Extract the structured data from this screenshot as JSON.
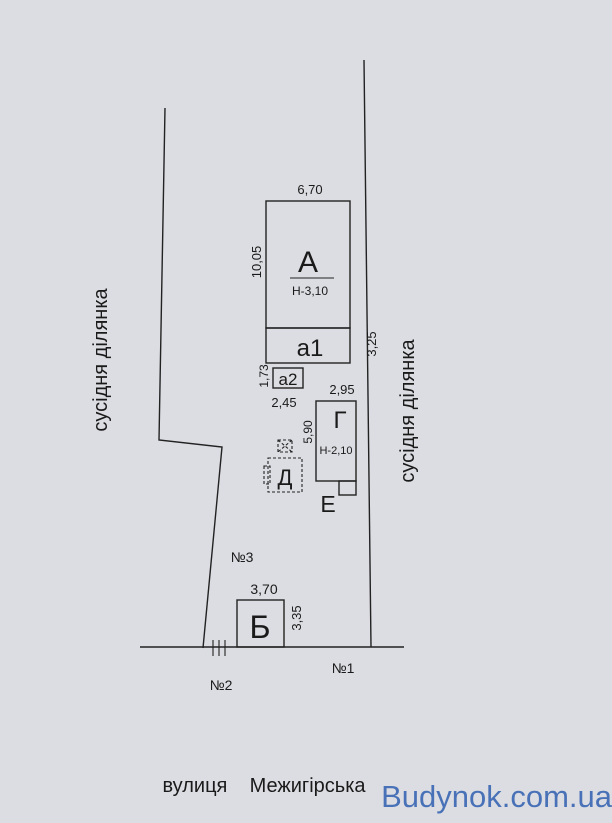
{
  "labels": {
    "left_neighbor": "сусідня  ділянка",
    "right_neighbor": "сусідня  ділянка",
    "street": "вулиця    Межигірська",
    "plot_no3": "№3",
    "plot_no2": "№2",
    "plot_no1": "№1"
  },
  "buildings": {
    "A": {
      "letter": "А",
      "height": "Н-3,10",
      "width_dim": "6,70",
      "length_dim": "10,05"
    },
    "a1": {
      "letter": "а1",
      "dim": "3,25"
    },
    "a2": {
      "letter": "а2",
      "dim_v": "1,73",
      "dim_h": "2,45"
    },
    "G": {
      "letter": "Г",
      "height": "Н-2,10",
      "width_dim": "2,95",
      "length_dim": "5,90"
    },
    "D": {
      "letter": "Д"
    },
    "E": {
      "letter": "Е"
    },
    "B": {
      "letter": "Б",
      "width_dim": "3,70",
      "length_dim": "3,35"
    }
  },
  "watermark": "Budynok.com.ua"
}
